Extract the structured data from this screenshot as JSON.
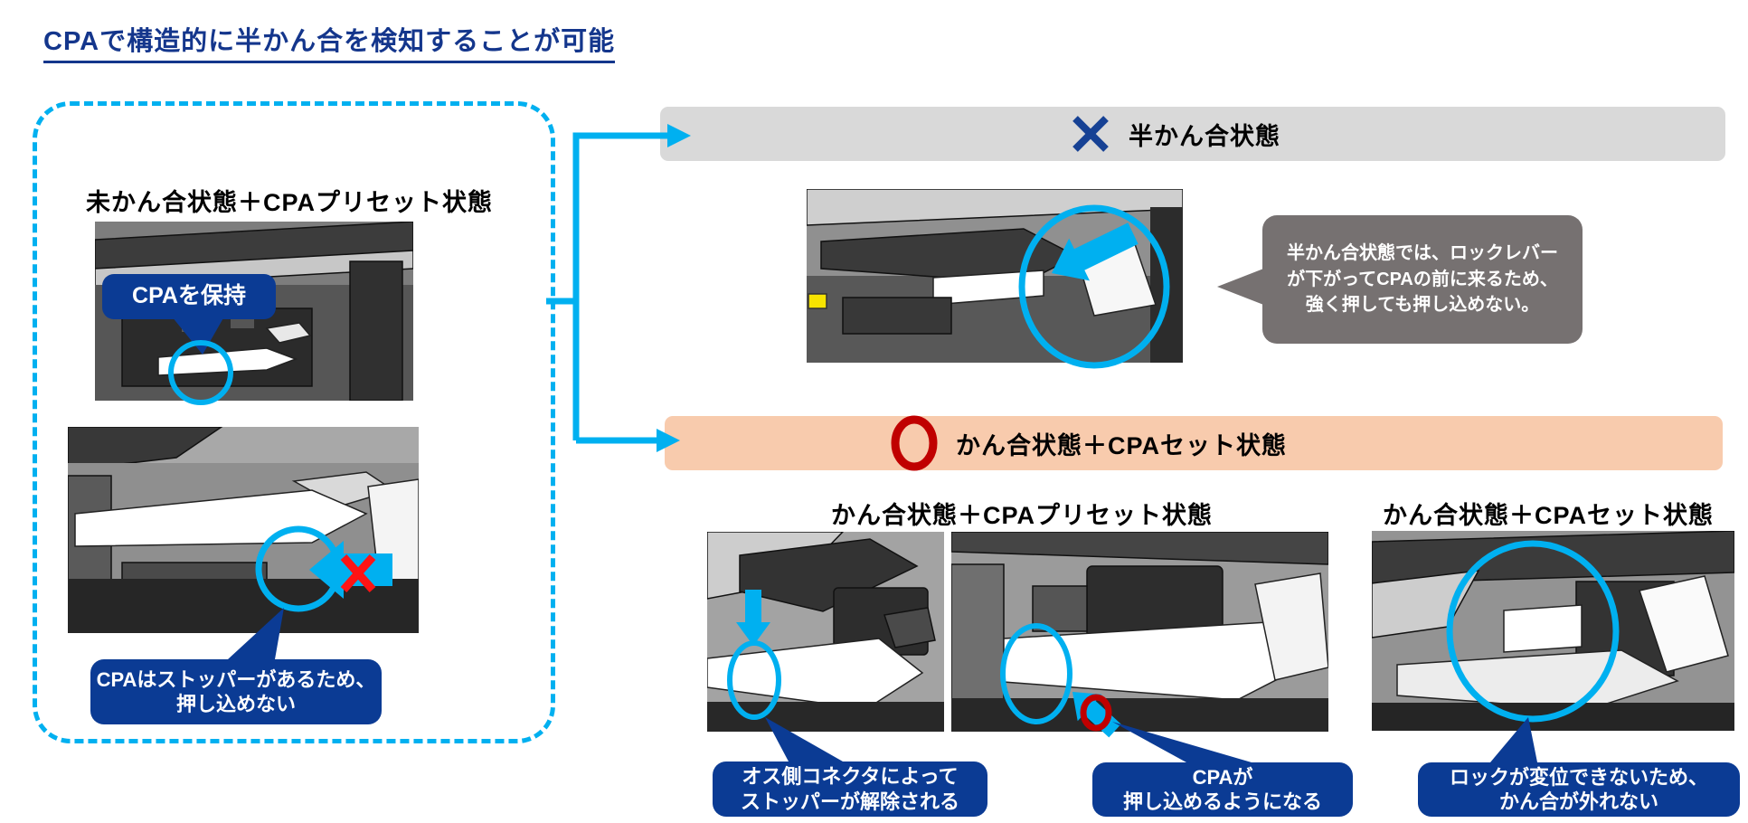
{
  "title": "CPAで構造的に半かん合を検知することが可能",
  "left_panel": {
    "heading": "未かん合状態＋CPAプリセット状態",
    "hold_callout": "CPAを保持",
    "stopper_callout": {
      "line1": "CPAはストッパーがあるため、",
      "line2": "押し込めない"
    }
  },
  "ng_branch": {
    "banner_label": "半かん合状態",
    "mark": "×",
    "callout": {
      "line1": "半かん合状態では、ロックレバー",
      "line2": "が下がってCPAの前に来るため、",
      "line3": "強く押しても押し込めない。"
    }
  },
  "ok_branch": {
    "banner_label": "かん合状態＋CPAセット状態",
    "mark": "○",
    "preset_section": {
      "heading": "かん合状態＋CPAプリセット状態",
      "release_callout": {
        "line1": "オス側コネクタによって",
        "line2": "ストッパーが解除される"
      },
      "push_callout": {
        "line1": "CPAが",
        "line2": "押し込めるようになる"
      }
    },
    "set_section": {
      "heading": "かん合状態＋CPAセット状態",
      "lock_callout": {
        "line1": "ロックが変位できないため、",
        "line2": "かん合が外れない"
      }
    }
  },
  "icons": {
    "ng_mark": "x-mark-icon",
    "ok_mark": "circle-mark-icon",
    "blocked_cross": "red-cross-icon",
    "push_arrows": "cyan-arrow-icon",
    "highlight": "cyan-circle-highlight"
  },
  "colors": {
    "title_blue": "#14368C",
    "accent_cyan": "#00B0F0",
    "callout_blue": "#0B3B94",
    "banner_gray": "#D9D9D9",
    "banner_orange": "#F8CBAD",
    "note_gray": "#767171",
    "ok_red": "#C00000",
    "ng_cross_red": "#FF1414",
    "x_mark_blue": "#164194",
    "cad_yellow": "#F7E400"
  }
}
